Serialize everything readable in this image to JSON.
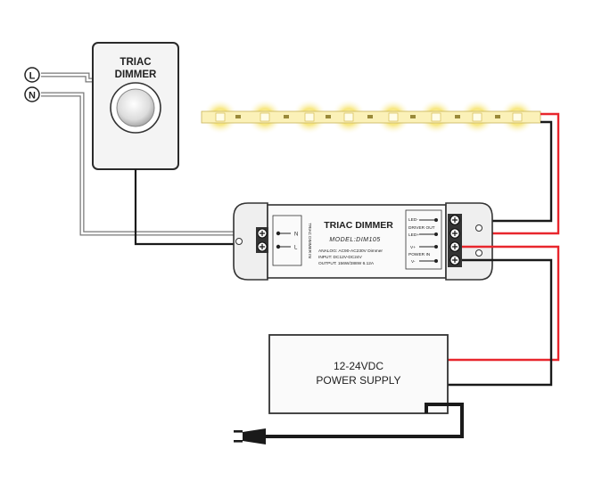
{
  "mains": {
    "line_label": "L",
    "neutral_label": "N"
  },
  "triac_dimmer": {
    "title_line1": "TRIAC",
    "title_line2": "DIMMER"
  },
  "controller": {
    "title": "TRIAC DIMMER",
    "model": "MODEL:DIM105",
    "spec_line1": "ANALOG: AC90-AC230V Dimmer",
    "spec_line2": "INPUT: DC12V-DC24V",
    "spec_line3": "OUTPUT: 156W/288W 6.12A",
    "side_label": "TRIAC DIMMER IN",
    "input_n": "N",
    "input_l": "L",
    "led_minus": "LED-",
    "driver_out": "DRIVER OUT",
    "led_plus": "LED+",
    "v_plus": "V+",
    "power_in": "POWER IN",
    "v_minus": "V-"
  },
  "power_supply": {
    "line1": "12-24VDC",
    "line2": "POWER SUPPLY"
  },
  "colors": {
    "positive_wire": "#e8262d",
    "negative_wire": "#1a1a1a",
    "mains_wire": "#9a9a9a",
    "led_glow": "#f5e27a"
  }
}
